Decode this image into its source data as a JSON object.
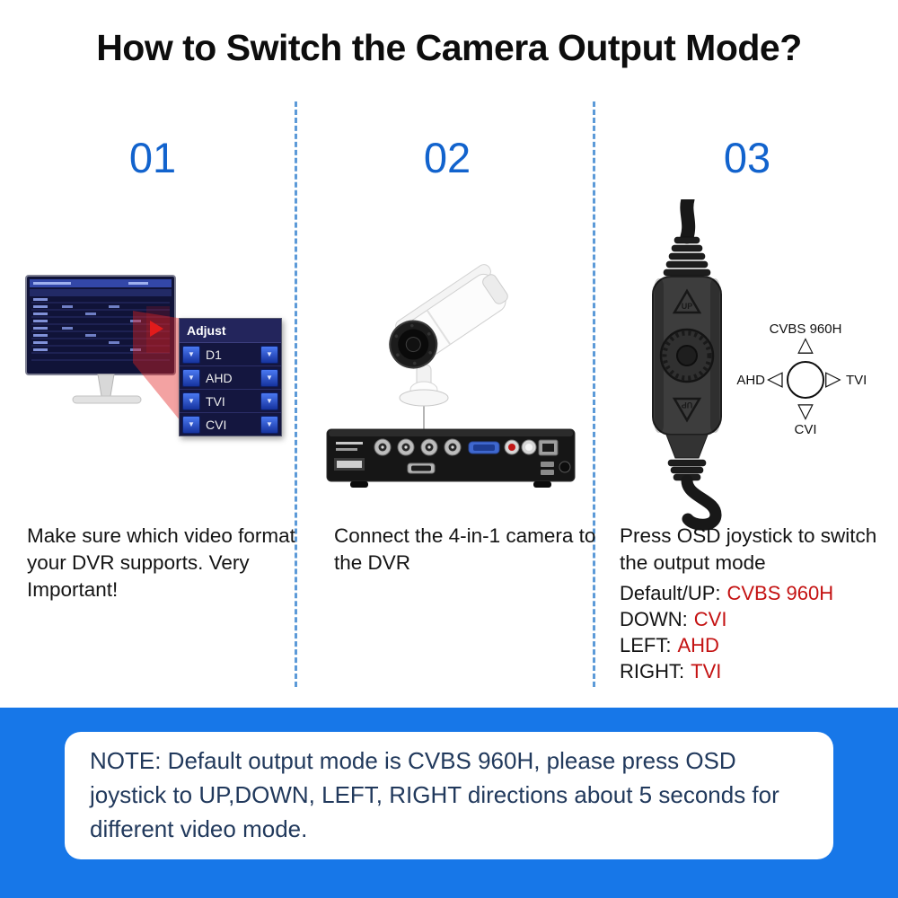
{
  "title": "How to Switch the Camera Output Mode?",
  "steps": [
    {
      "number": "01",
      "description": "Make sure which video format your DVR supports. Very Important!",
      "adjust_panel": {
        "header": "Adjust",
        "options": [
          "D1",
          "AHD",
          "TVI",
          "CVI"
        ]
      }
    },
    {
      "number": "02",
      "description": "Connect the 4-in-1 camera to the DVR"
    },
    {
      "number": "03",
      "description": "Press OSD joystick to switch the output mode",
      "joystick_marking": "UP",
      "diagram": {
        "up_label": "CVBS 960H",
        "down_label": "CVI",
        "left_label": "AHD",
        "right_label": "TVI"
      },
      "modes": [
        {
          "label": "Default/UP:",
          "value": "CVBS 960H"
        },
        {
          "label": "DOWN:",
          "value": "CVI"
        },
        {
          "label": "LEFT:",
          "value": "AHD"
        },
        {
          "label": "RIGHT:",
          "value": "TVI"
        }
      ]
    }
  ],
  "note": "NOTE: Default output mode is CVBS 960H, please press OSD joystick to UP,DOWN, LEFT, RIGHT directions about 5 seconds for different video mode.",
  "icons": {
    "dropdown_arrow": "▼",
    "triangle_up": "△",
    "triangle_down": "▽",
    "triangle_left": "◁",
    "triangle_right": "▷"
  },
  "colors": {
    "step_number_blue": "#1263cd",
    "divider_blue": "#5c9ad8",
    "value_red": "#c41212",
    "note_band_blue": "#1777e8"
  }
}
